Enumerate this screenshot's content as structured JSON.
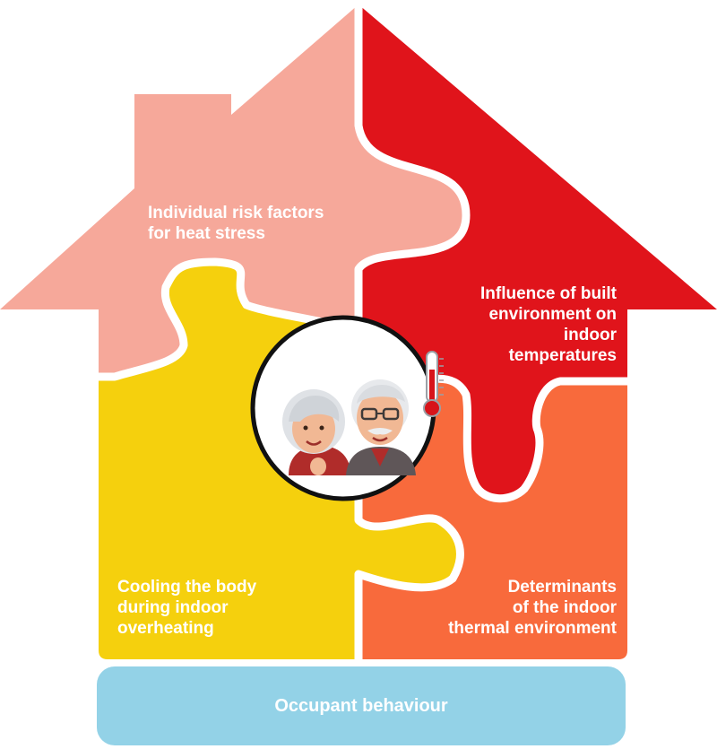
{
  "pieces": {
    "risk_factors": {
      "lines": [
        "Individual risk factors",
        "for heat stress"
      ],
      "color": "#f6a89a"
    },
    "built_environment": {
      "lines": [
        "Influence of built",
        "environment on",
        "indoor",
        "temperatures"
      ],
      "color": "#e0141b"
    },
    "cooling": {
      "lines": [
        "Cooling the body",
        "during indoor",
        "overheating"
      ],
      "color": "#f5d00d"
    },
    "determinants": {
      "lines": [
        "Determinants",
        "of the indoor",
        "thermal environment"
      ],
      "color": "#f86a3c"
    }
  },
  "base": {
    "label": "Occupant behaviour",
    "color": "#93d2e7"
  },
  "center": {
    "icon": "elderly-couple-thermometer-icon",
    "ring_color": "#111111"
  }
}
